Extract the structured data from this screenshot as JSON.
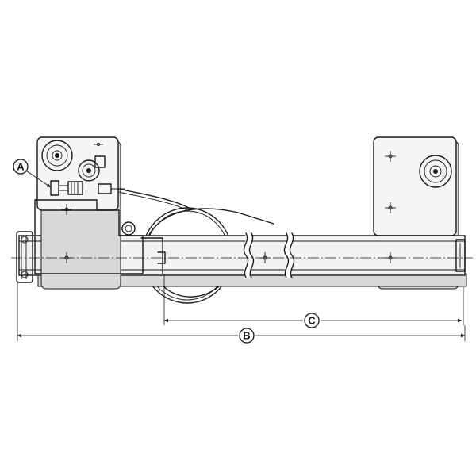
{
  "diagram": {
    "colors": {
      "line": "#1a1a1a",
      "plate_fill": "#f5f5f5",
      "shadow_fill": "#d8d8d8",
      "rail_fill": "#f2f2f2",
      "background": "#ffffff"
    },
    "callouts": {
      "a": "A",
      "b": "B",
      "c": "C"
    }
  }
}
